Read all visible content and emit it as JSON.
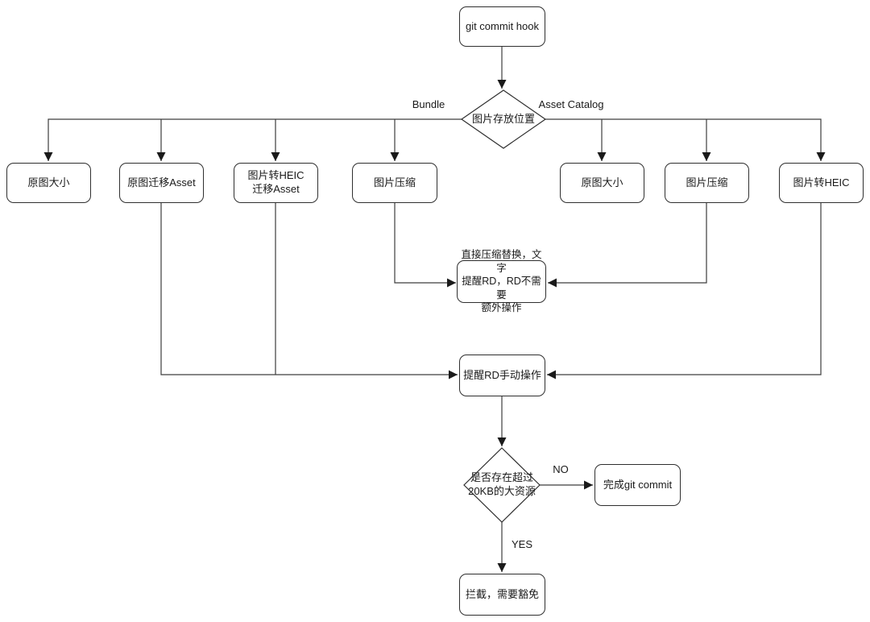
{
  "flowchart": {
    "colors": {
      "background": "#ffffff",
      "node_fill": "#ffffff",
      "node_border": "#2f2f2f",
      "edge_stroke": "#3d3d3d",
      "text": "#1a1a1a"
    },
    "nodes": {
      "git_commit_hook": "git commit hook",
      "storage_decision": "图片存放位置",
      "bundle_original_size": "原图大小",
      "bundle_migrate_asset": "原图迁移Asset",
      "bundle_heic_migrate": "图片转HEIC\n迁移Asset",
      "bundle_compress": "图片压缩",
      "catalog_original_size": "原图大小",
      "catalog_compress": "图片压缩",
      "catalog_heic": "图片转HEIC",
      "auto_replace_note": "直接压缩替换，文字\n提醒RD，RD不需要\n额外操作",
      "remind_rd_manual": "提醒RD手动操作",
      "size_check_decision": "是否存在超过\n20KB的大资源",
      "complete_commit": "完成git commit",
      "intercept": "拦截，需要豁免"
    },
    "edge_labels": {
      "bundle": "Bundle",
      "asset_catalog": "Asset Catalog",
      "no": "NO",
      "yes": "YES"
    }
  }
}
